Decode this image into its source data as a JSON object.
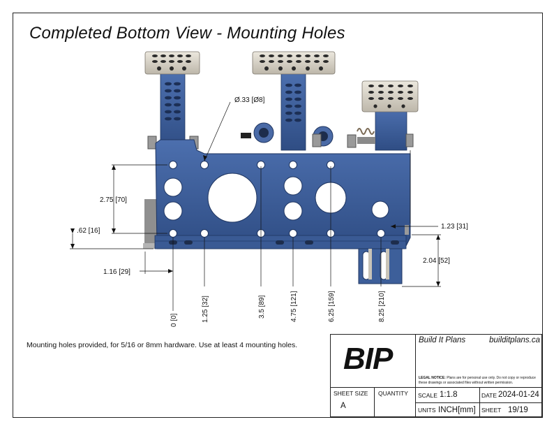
{
  "drawing": {
    "title": "Completed Bottom View - Mounting Holes",
    "note": "Mounting holes provided, for 5/16 or 8mm hardware.  Use at least 4 mounting holes.",
    "dimensions": {
      "hole_dia": "Ø.33 [Ø8]",
      "height_275": "2.75 [70]",
      "height_062": ".62 [16]",
      "offset_116": "1.16 [29]",
      "offset_123": "1.23 [31]",
      "height_204": "2.04 [52]",
      "x0": "0 [0]",
      "x125": "1.25 [32]",
      "x35": "3.5 [89]",
      "x475": "4.75 [121]",
      "x625": "6.25 [159]",
      "x825": "8.25 [210]"
    }
  },
  "title_block": {
    "logo": "BIP",
    "company": "Build It Plans",
    "website": "builditplans.ca",
    "legal_title": "LEGAL NOTICE:",
    "legal_text": "Plans are for personal use only. Do not copy or reproduce these drawings or associated files without written permission.",
    "sheet_size_label": "SHEET SIZE",
    "sheet_size": "A",
    "quantity_label": "QUANTITY",
    "quantity": "",
    "scale_label": "SCALE",
    "scale": "1:1.8",
    "date_label": "DATE",
    "date": "2024-01-24",
    "units_label": "UNITS",
    "units": "INCH[mm]",
    "sheet_label": "SHEET",
    "sheet": "19/19"
  },
  "colors": {
    "plate_blue": "#3d5f9a",
    "pedal_silver": "#d9d4c8"
  }
}
